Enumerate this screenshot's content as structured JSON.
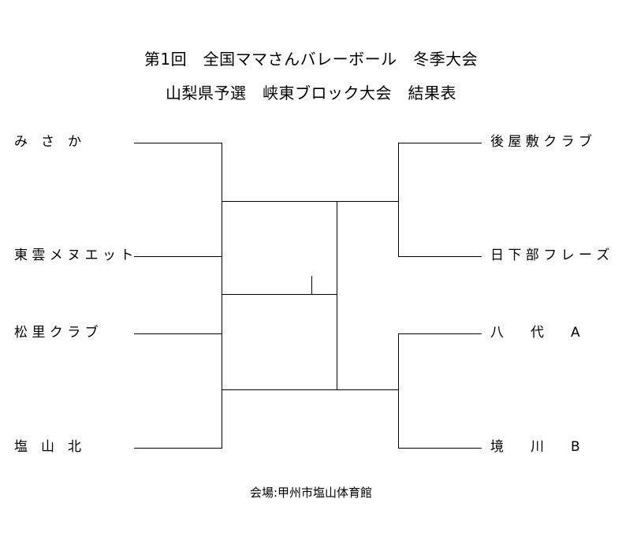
{
  "header": {
    "title_line_1": "第1回　全国ママさんバレーボール　冬季大会",
    "title_line_2": "山梨県予選　峡東ブロック大会　結果表"
  },
  "footer": {
    "venue": "会場:甲州市塩山体育館"
  },
  "bracket": {
    "left_teams": [
      {
        "name": "み　さ　か"
      },
      {
        "name": "東 雲 メ ヌ エ ッ ト"
      },
      {
        "name": "松 里 ク ラ ブ"
      },
      {
        "name": "塩　山　北"
      }
    ],
    "right_teams": [
      {
        "name": "後 屋 敷 ク ラ ブ"
      },
      {
        "name": "日 下 部 フ レ ー ズ"
      },
      {
        "name": "八　　代　　A"
      },
      {
        "name": "境　　川　　B"
      }
    ]
  },
  "style": {
    "line_color": "#000000",
    "background_color": "#ffffff",
    "text_color": "#000000"
  }
}
